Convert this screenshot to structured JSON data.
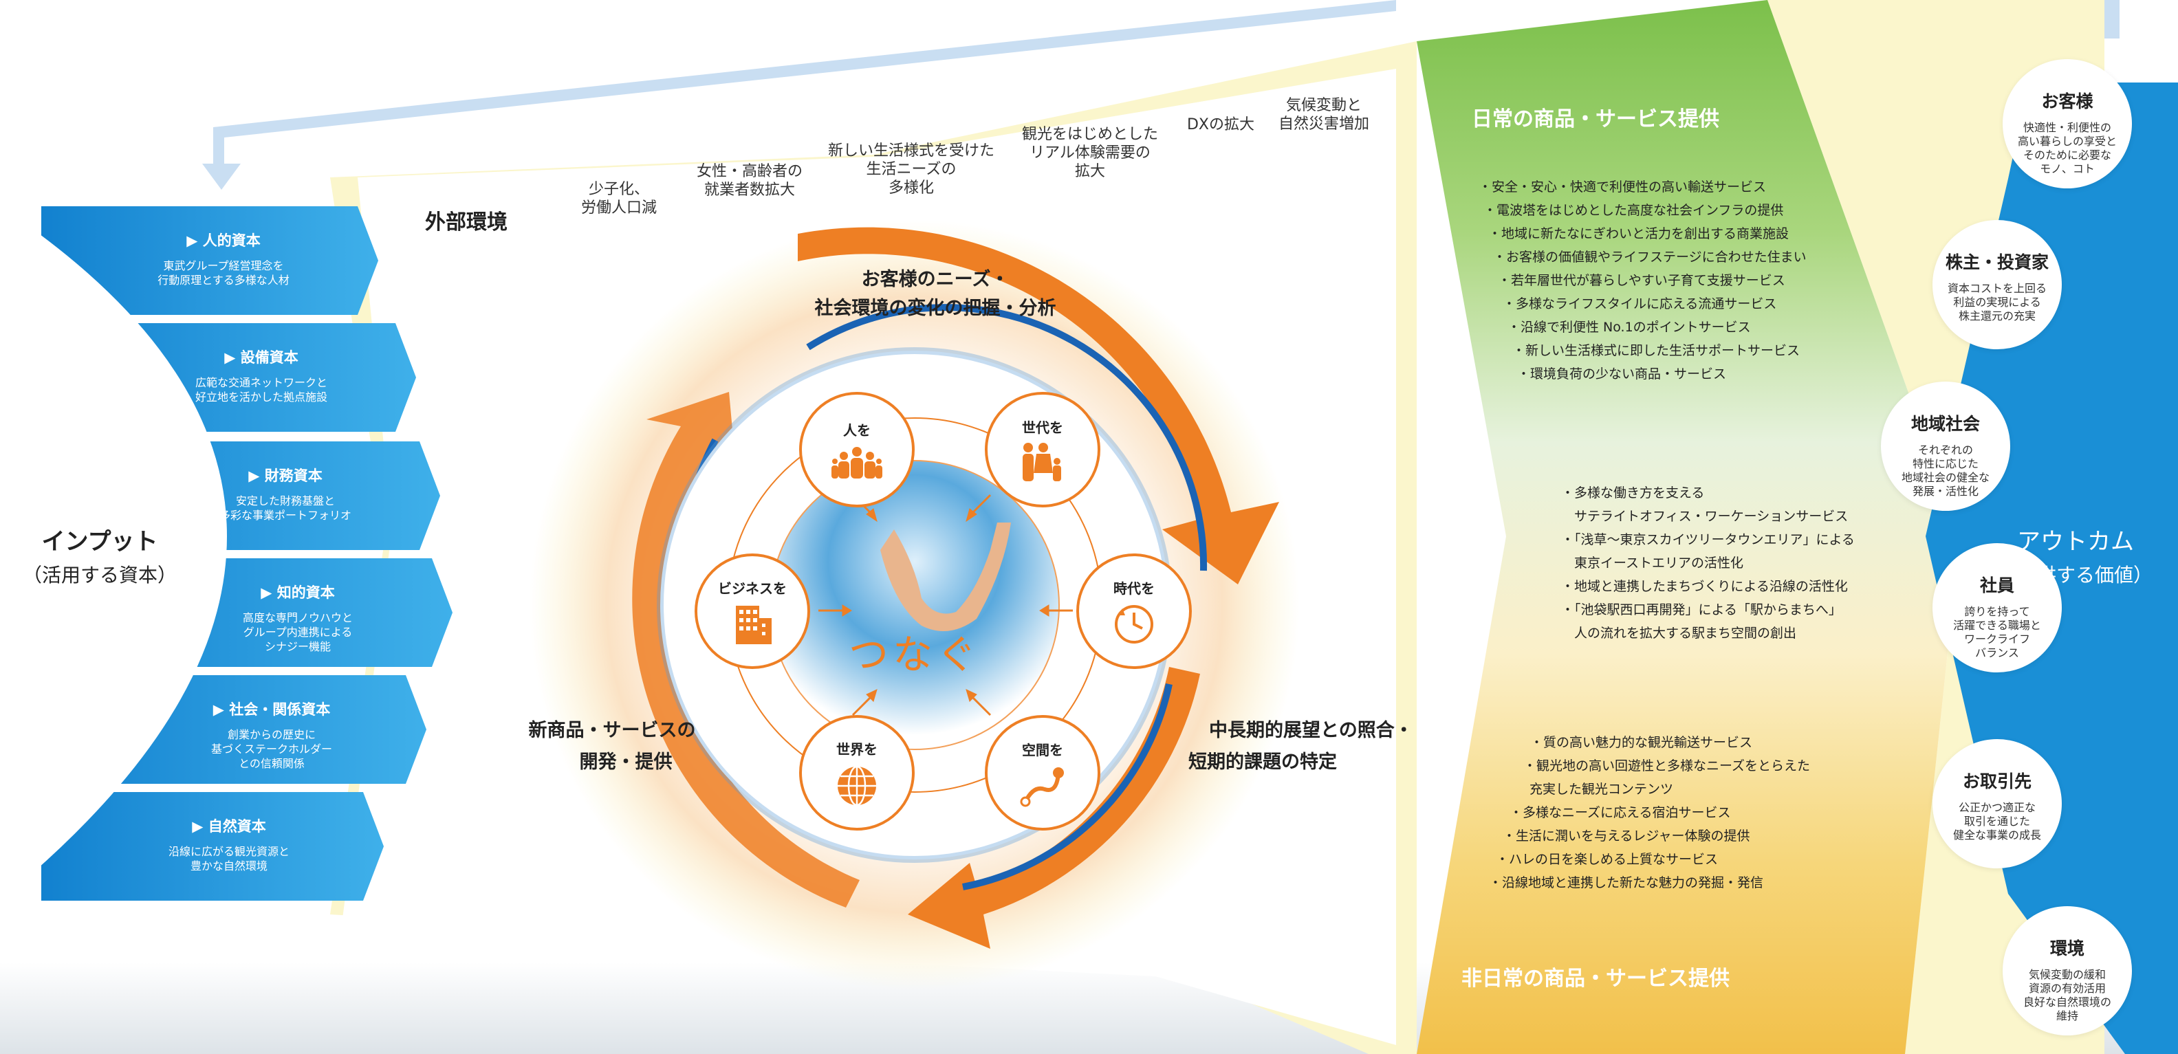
{
  "input": {
    "title": "インプット",
    "subtitle": "（活用する資本）"
  },
  "capitals": [
    {
      "title": "▶ 人的資本",
      "desc": [
        "東武グループ経営理念を",
        "行動原理とする多様な人材"
      ]
    },
    {
      "title": "▶ 設備資本",
      "desc": [
        "広範な交通ネットワークと",
        "好立地を活かした拠点施設"
      ]
    },
    {
      "title": "▶ 財務資本",
      "desc": [
        "安定した財務基盤と",
        "多彩な事業ポートフォリオ"
      ]
    },
    {
      "title": "▶ 知的資本",
      "desc": [
        "高度な専門ノウハウと",
        "グループ内連携による",
        "シナジー機能"
      ]
    },
    {
      "title": "▶ 社会・関係資本",
      "desc": [
        "創業からの歴史に",
        "基づくステークホルダー",
        "との信頼関係"
      ]
    },
    {
      "title": "▶ 自然資本",
      "desc": [
        "沿線に広がる観光資源と",
        "豊かな自然環境"
      ]
    }
  ],
  "external": {
    "title": "外部環境",
    "items": [
      [
        "少子化、",
        "労働人口減"
      ],
      [
        "女性・高齢者の",
        "就業者数拡大"
      ],
      [
        "新しい生活様式を受けた",
        "生活ニーズの",
        "多様化"
      ],
      [
        "観光をはじめとした",
        "リアル体験需要の",
        "拡大"
      ],
      [
        "DXの拡大"
      ],
      [
        "気候変動と",
        "自然災害増加"
      ]
    ]
  },
  "cycle": {
    "top": [
      "お客様のニーズ・",
      "社会環境の変化の把握・分析"
    ],
    "right": [
      "中長期的展望との照合・",
      "短期的課題の特定"
    ],
    "left": [
      "新商品・サービスの",
      "開発・提供"
    ],
    "center": "つなぐ",
    "nodes": {
      "people": "人を",
      "generation": "世代を",
      "era": "時代を",
      "space": "空間を",
      "world": "世界を",
      "business": "ビジネスを"
    }
  },
  "daily": {
    "title": "日常の商品・サービス提供",
    "items": [
      "・安全・安心・快適で利便性の高い輸送サービス",
      "・電波塔をはじめとした高度な社会インフラの提供",
      "・地域に新たなにぎわいと活力を創出する商業施設",
      "・お客様の価値観やライフステージに合わせた住まい",
      "・若年層世代が暮らしやすい子育て支援サービス",
      "・多様なライフスタイルに応える流通サービス",
      "・沿線で利便性 No.1のポイントサービス",
      "・新しい生活様式に即した生活サポートサービス",
      "・環境負荷の少ない商品・サービス"
    ]
  },
  "middle": {
    "items": [
      "・多様な働き方を支える",
      "　サテライトオフィス・ワーケーションサービス",
      "・「浅草～東京スカイツリータウンエリア」による",
      "　東京イーストエリアの活性化",
      "・地域と連携したまちづくりによる沿線の活性化",
      "・「池袋駅西口再開発」による「駅からまちへ」",
      "　人の流れを拡大する駅まち空間の創出"
    ]
  },
  "nondaily": {
    "title": "非日常の商品・サービス提供",
    "items": [
      "・質の高い魅力的な観光輸送サービス",
      "・観光地の高い回遊性と多様なニーズをとらえた",
      "　充実した観光コンテンツ",
      "・多様なニーズに応える宿泊サービス",
      "・生活に潤いを与えるレジャー体験の提供",
      "・ハレの日を楽しめる上質なサービス",
      "・沿線地域と連携した新たな魅力の発掘・発信"
    ]
  },
  "outcome": {
    "title": "アウトカム",
    "subtitle": "（提供する価値）",
    "stakeholders": [
      {
        "title": "お客様",
        "desc": [
          "快適性・利便性の",
          "高い暮らしの享受と",
          "そのために必要な",
          "モノ、コト"
        ]
      },
      {
        "title": "株主・投資家",
        "desc": [
          "資本コストを上回る",
          "利益の実現による",
          "株主還元の充実"
        ]
      },
      {
        "title": "地域社会",
        "desc": [
          "それぞれの",
          "特性に応じた",
          "地域社会の健全な",
          "発展・活性化"
        ]
      },
      {
        "title": "社員",
        "desc": [
          "誇りを持って",
          "活躍できる職場と",
          "ワークライフ",
          "バランス"
        ]
      },
      {
        "title": "お取引先",
        "desc": [
          "公正かつ適正な",
          "取引を通じた",
          "健全な事業の成長"
        ]
      },
      {
        "title": "環境",
        "desc": [
          "気候変動の緩和",
          "資源の有効活用",
          "良好な自然環境の",
          "維持"
        ]
      }
    ]
  },
  "colors": {
    "blue": "#1a8fd6",
    "orange": "#ee7f24",
    "green": "#7cc04b",
    "cream": "#fbf6cc"
  }
}
